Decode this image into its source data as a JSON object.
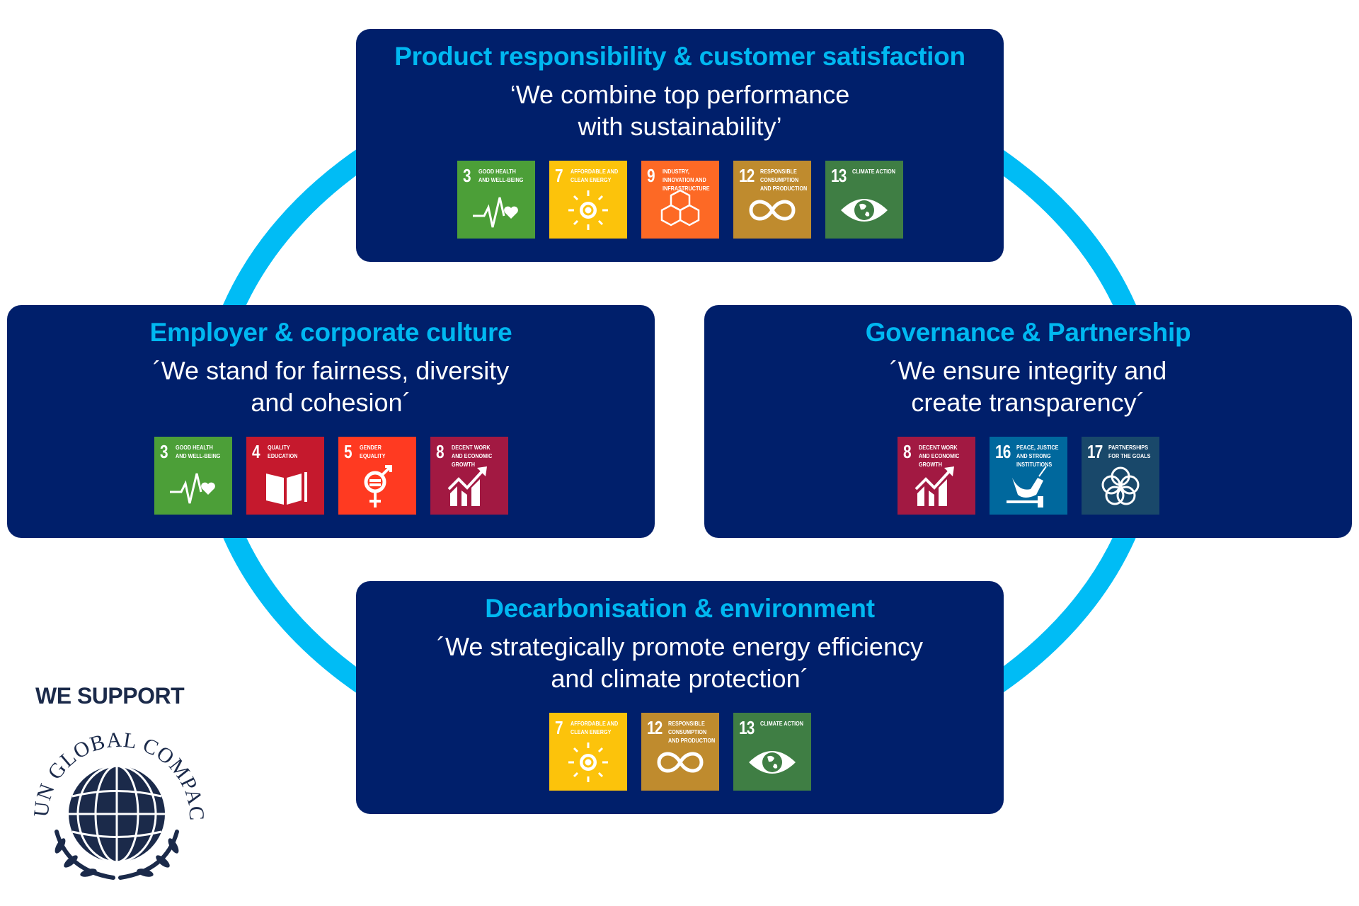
{
  "colors": {
    "box": "#001f6b",
    "title": "#00b8f1",
    "ring": "#00bcf5"
  },
  "sections": {
    "top": {
      "title": "Product responsibility & customer satisfaction",
      "quote": [
        "‘We combine top performance",
        "with sustainability’"
      ],
      "goals": [
        3,
        7,
        9,
        12,
        13
      ]
    },
    "left": {
      "title": "Employer & corporate culture",
      "quote": [
        "´We stand for fairness, diversity",
        "and cohesion´"
      ],
      "goals": [
        3,
        4,
        5,
        8
      ]
    },
    "right": {
      "title": "Governance & Partnership",
      "quote": [
        "´We ensure integrity and",
        "create transparency´"
      ],
      "goals": [
        8,
        16,
        17
      ]
    },
    "bottom": {
      "title": "Decarbonisation & environment",
      "quote": [
        "´We strategically promote energy efficiency",
        "and climate protection´"
      ],
      "goals": [
        7,
        12,
        13
      ]
    }
  },
  "sdg": {
    "3": {
      "label": "Good health and well-being",
      "color": "#4c9f38",
      "icon": "heartbeat-icon"
    },
    "4": {
      "label": "Quality education",
      "color": "#c5192d",
      "icon": "book-icon"
    },
    "5": {
      "label": "Gender equality",
      "color": "#ff3a21",
      "icon": "gender-equality-icon"
    },
    "7": {
      "label": "Affordable and clean energy",
      "color": "#fcc30b",
      "icon": "sun-power-icon"
    },
    "8": {
      "label": "Decent work and economic growth",
      "color": "#a21942",
      "icon": "growth-chart-icon"
    },
    "9": {
      "label": "Industry, innovation and infrastructure",
      "color": "#fd6925",
      "icon": "cubes-icon"
    },
    "12": {
      "label": "Responsible consumption and production",
      "color": "#bf8b2e",
      "icon": "infinity-icon"
    },
    "13": {
      "label": "Climate action",
      "color": "#3f7e44",
      "icon": "eye-globe-icon"
    },
    "16": {
      "label": "Peace, justice and strong institutions",
      "color": "#00689d",
      "icon": "dove-gavel-icon"
    },
    "17": {
      "label": "Partnerships for the goals",
      "color": "#19486a",
      "icon": "rings-icon"
    }
  },
  "logo": {
    "support": "WE SUPPORT",
    "arc": "UN GLOBAL COMPACT"
  }
}
